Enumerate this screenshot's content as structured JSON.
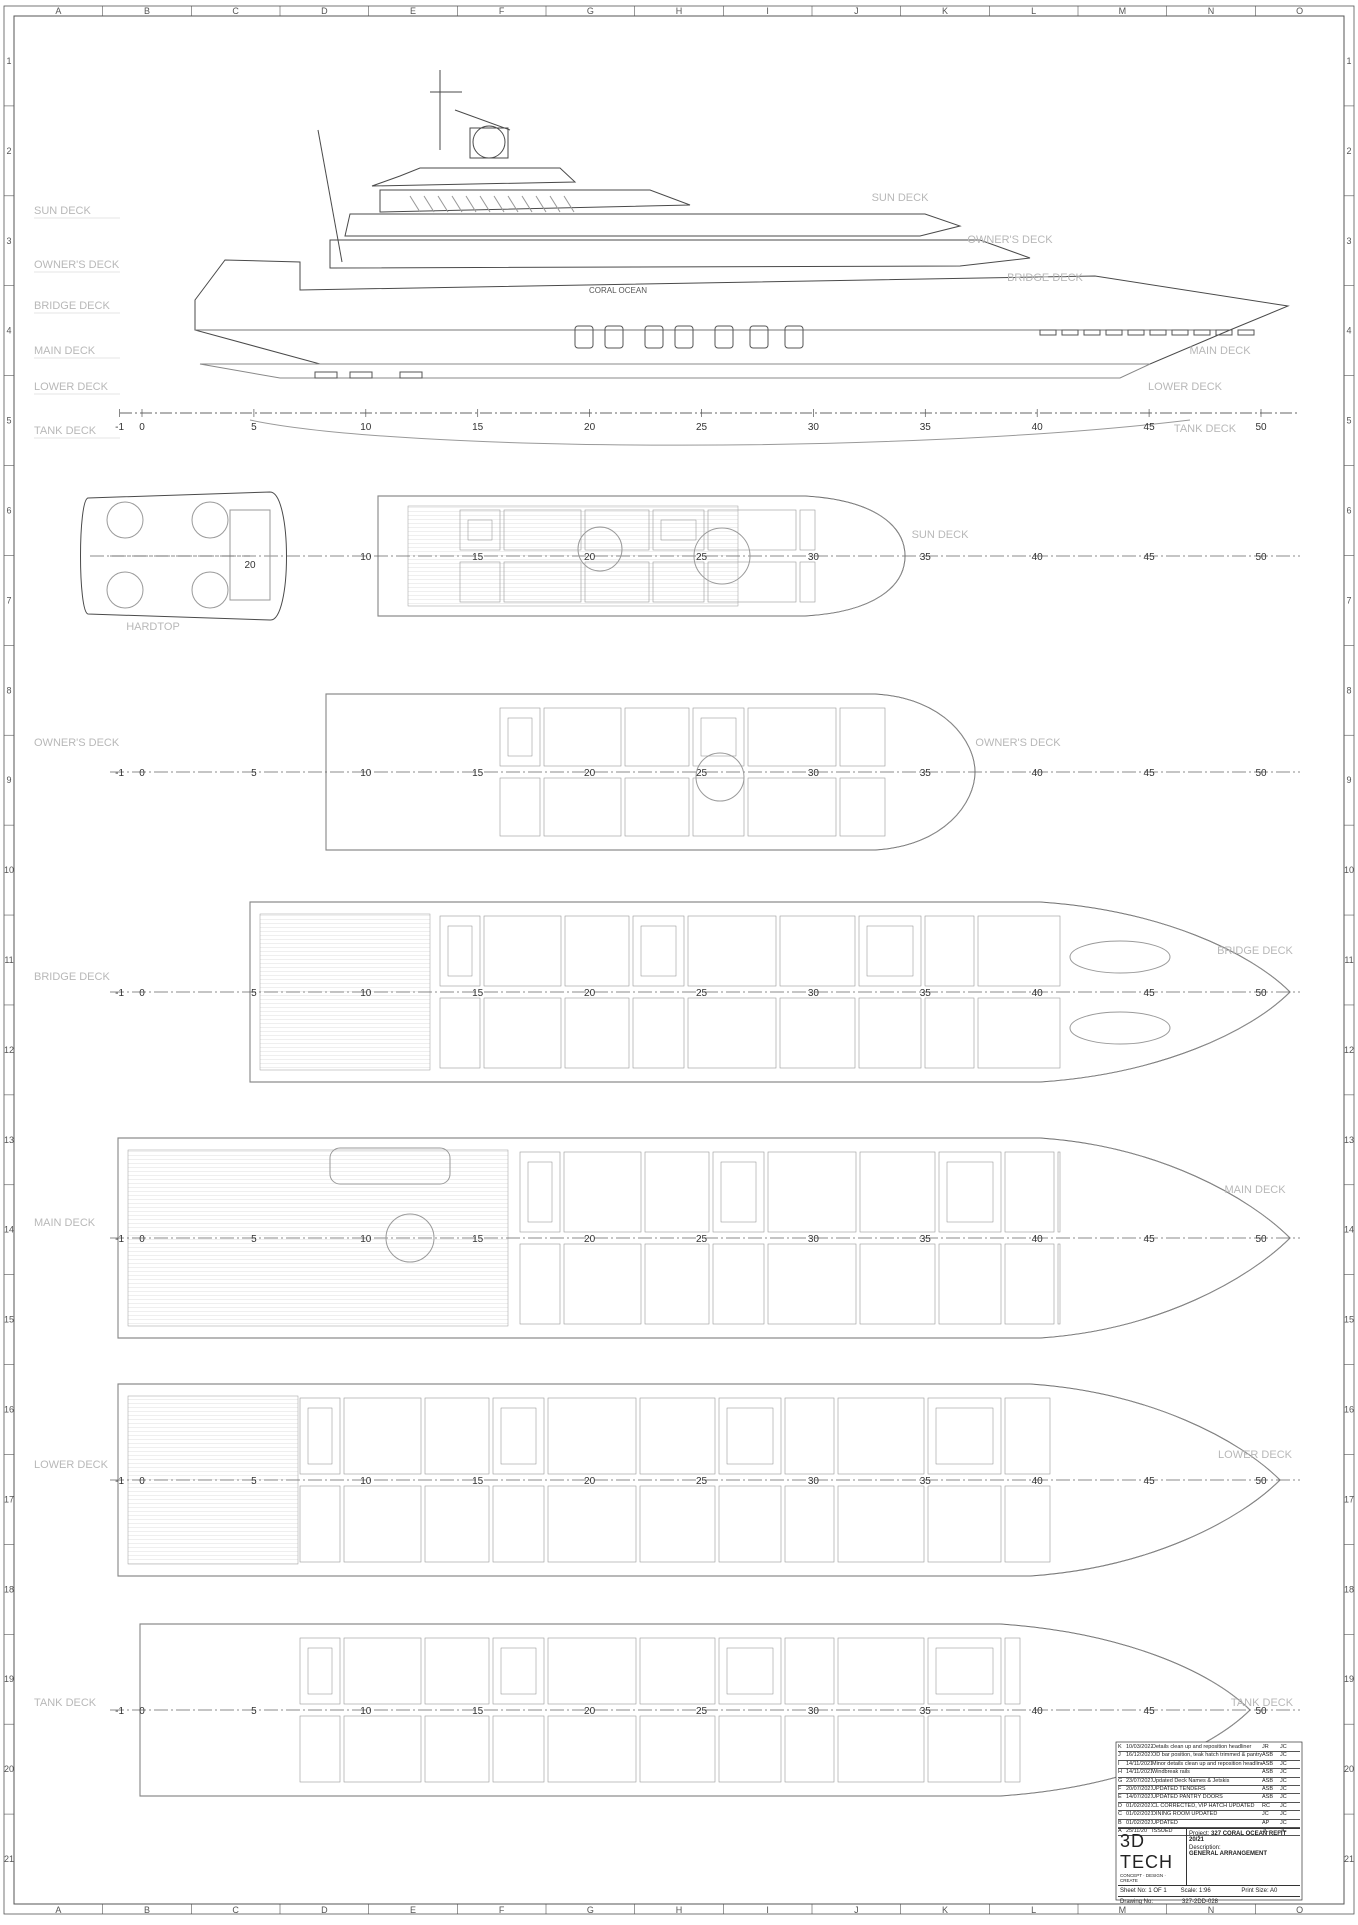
{
  "sheet": {
    "grid_cols": [
      "A",
      "B",
      "C",
      "D",
      "E",
      "F",
      "G",
      "H",
      "I",
      "J",
      "K",
      "L",
      "M",
      "N",
      "O"
    ],
    "grid_rows": [
      "1",
      "2",
      "3",
      "4",
      "5",
      "6",
      "7",
      "8",
      "9",
      "10",
      "11",
      "12",
      "13",
      "14",
      "15",
      "16",
      "17",
      "18",
      "19",
      "20",
      "21"
    ]
  },
  "profile": {
    "deck_labels_left": [
      "SUN DECK",
      "OWNER'S DECK",
      "BRIDGE DECK",
      "MAIN DECK",
      "LOWER DECK",
      "TANK DECK"
    ],
    "deck_labels_right": [
      "SUN DECK",
      "OWNER'S DECK",
      "BRIDGE DECK",
      "MAIN DECK",
      "LOWER DECK",
      "TANK DECK"
    ],
    "hull_name": "CORAL OCEAN"
  },
  "frames": [
    "-1",
    "0",
    "5",
    "10",
    "15",
    "20",
    "25",
    "30",
    "35",
    "40",
    "45",
    "50"
  ],
  "plans": [
    {
      "label_left": "",
      "label_right": "SUN DECK",
      "sub_label": "HARDTOP"
    },
    {
      "label_left": "OWNER'S DECK",
      "label_right": "OWNER'S DECK"
    },
    {
      "label_left": "BRIDGE DECK",
      "label_right": "BRIDGE DECK"
    },
    {
      "label_left": "MAIN DECK",
      "label_right": "MAIN DECK"
    },
    {
      "label_left": "LOWER DECK",
      "label_right": "LOWER DECK"
    },
    {
      "label_left": "TANK DECK",
      "label_right": "TANK DECK"
    }
  ],
  "revisions": [
    {
      "rev": "K",
      "date": "10/03/2022",
      "desc": "Details clean up and reposition headliner",
      "by": "JR",
      "chk": "JC"
    },
    {
      "rev": "J",
      "date": "16/12/2021",
      "desc": "OD bar position, teak hatch trimmed & pantry",
      "by": "ASB",
      "chk": "JC"
    },
    {
      "rev": "I",
      "date": "14/11/2021",
      "desc": "Minor details clean up and reposition headliner",
      "by": "ASB",
      "chk": "JC"
    },
    {
      "rev": "H",
      "date": "14/11/2021",
      "desc": "Windbreak rails",
      "by": "ASB",
      "chk": "JC"
    },
    {
      "rev": "G",
      "date": "23/07/2021",
      "desc": "Updated Deck Names & Jetskis",
      "by": "ASB",
      "chk": "JC"
    },
    {
      "rev": "F",
      "date": "20/07/2021",
      "desc": "UPDATED TENDERS",
      "by": "ASB",
      "chk": "JC"
    },
    {
      "rev": "E",
      "date": "14/07/2021",
      "desc": "UPDATED PANTRY DOORS",
      "by": "ASB",
      "chk": "JC"
    },
    {
      "rev": "D",
      "date": "01/02/2021",
      "desc": "CL CORRECTED, VIP HATCH UPDATED",
      "by": "RC",
      "chk": "JC"
    },
    {
      "rev": "C",
      "date": "01/02/2021",
      "desc": "DINING ROOM UPDATED",
      "by": "JC",
      "chk": "JC"
    },
    {
      "rev": "B",
      "date": "01/02/2021",
      "desc": "UPDATED",
      "by": "AP",
      "chk": "JC"
    },
    {
      "rev": "A",
      "date": "25/11/20",
      "desc": "ISSUED",
      "by": "JC",
      "chk": "JC"
    }
  ],
  "title_block": {
    "logo": "3D TECH",
    "tagline": "CONCEPT · DESIGN · CREATE",
    "project_label": "Project:",
    "project": "327 CORAL OCEAN REFIT 20/21",
    "description_label": "Description:",
    "description": "GENERAL ARRANGEMENT",
    "sheet_label": "Sheet No:",
    "sheet_value": "1 OF 1",
    "scale_label": "Scale:",
    "scale_value": "1:96",
    "size_label": "Print Size:",
    "size_value": "A0",
    "drawing_label": "Drawing No:",
    "drawing_value": "327-2DD-028"
  },
  "colors": {
    "line": "#4a4a4a",
    "light": "#9a9a9a",
    "label": "#b8b8b8",
    "deck_fill": "#f2f2f2"
  }
}
